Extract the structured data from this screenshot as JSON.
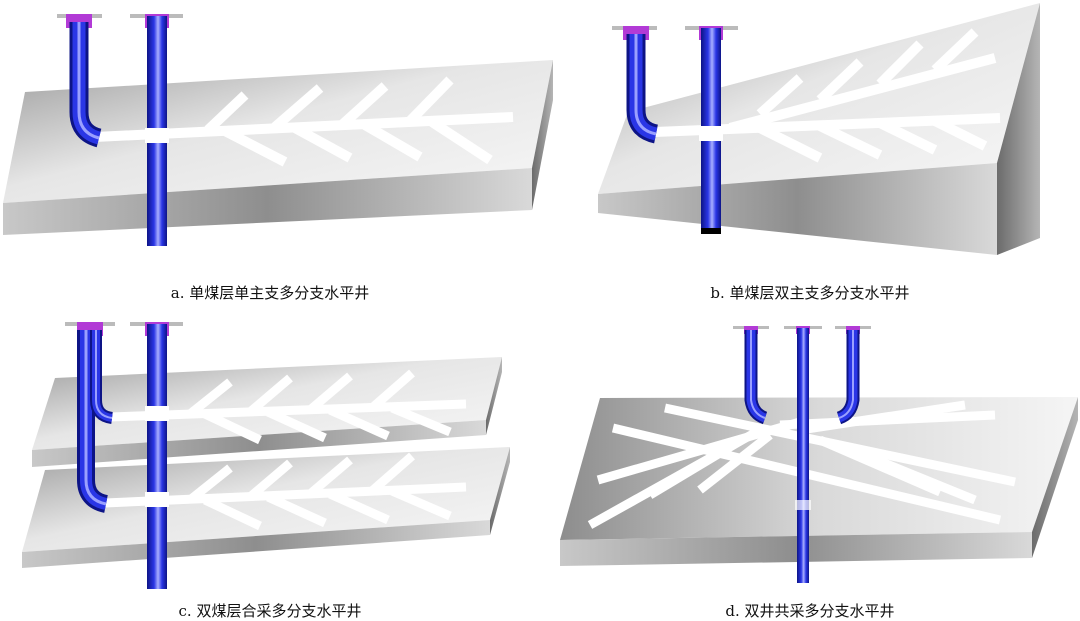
{
  "figure": {
    "panels": [
      {
        "id": "a",
        "caption": "a. 单煤层单主支多分支水平井"
      },
      {
        "id": "b",
        "caption": "b. 单煤层双主支多分支水平井"
      },
      {
        "id": "c",
        "caption": "c. 双煤层合采多分支水平井"
      },
      {
        "id": "d",
        "caption": "d. 双井共采多分支水平井"
      }
    ]
  },
  "colors": {
    "pipe": "#1f2bd0",
    "pipe_dark": "#0d1486",
    "pipe_light": "#8f96ff",
    "wellhead": "#b23ad6",
    "branch": "#ffffff",
    "seam_light": "#f2f2f2",
    "seam_dark": "#7a7a7a"
  },
  "icons": [
    "well-pipe-icon",
    "wellhead-flange-icon",
    "coal-seam-block-icon"
  ]
}
